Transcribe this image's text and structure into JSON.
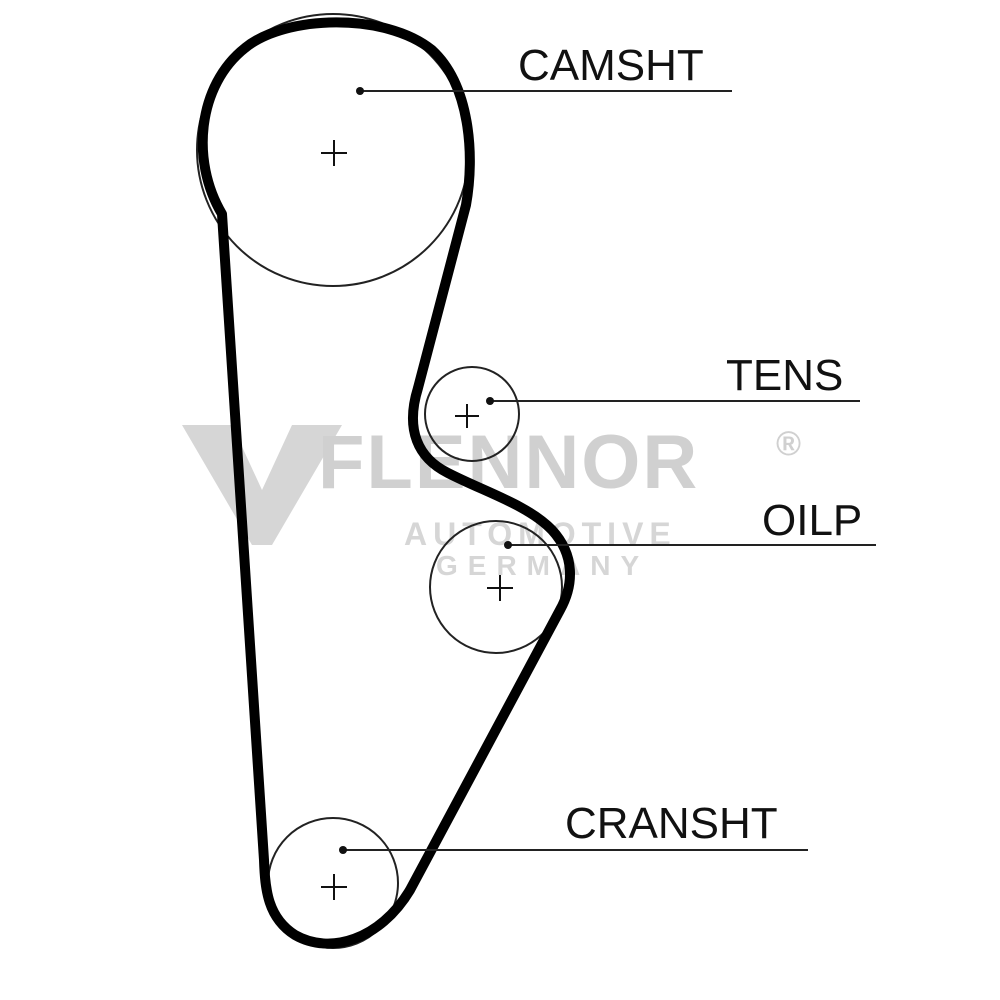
{
  "labels": {
    "camshaft": "CAMSHT",
    "tensioner": "TENS",
    "oil_pump": "OILP",
    "crankshaft": "CRANSHT"
  },
  "watermark": {
    "brand": "FLENNOR",
    "registered": "®",
    "line1": "AUTOMOTIVE",
    "line2": "GERMANY",
    "color": "#c8c8c8"
  },
  "colors": {
    "belt": "#000000",
    "pulley_outline": "#222222",
    "leader_line": "#222222",
    "text": "#111111"
  }
}
